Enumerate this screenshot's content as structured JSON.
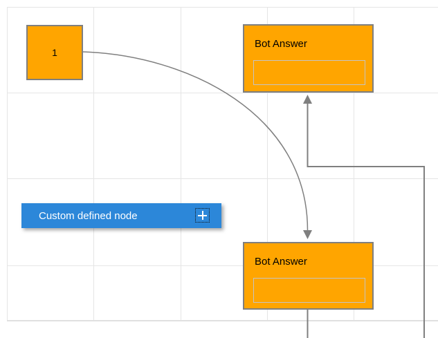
{
  "diagram": {
    "nodes": [
      {
        "id": "start",
        "shape": "square",
        "label": "1"
      },
      {
        "id": "bot-answer-top",
        "shape": "rectangle",
        "title": "Bot Answer"
      },
      {
        "id": "bot-answer-bottom",
        "shape": "rectangle",
        "title": "Bot Answer"
      }
    ],
    "links": [
      {
        "from": "start",
        "to": "bot-answer-bottom",
        "routing": "curved",
        "arrow": "down"
      },
      {
        "from": "offscreen-bottom",
        "to": "bot-answer-top",
        "routing": "orthogonal",
        "arrow": "up"
      },
      {
        "from": "bot-answer-bottom",
        "to": "offscreen-bottom",
        "routing": "straight",
        "arrow": "none"
      }
    ],
    "palette_item": {
      "label": "Custom defined node",
      "icon": "plus-icon"
    },
    "colors": {
      "node_fill": "#FFA500",
      "node_border": "#7F7F7F",
      "node_text": "#000000",
      "port_border": "#C4C4C4",
      "connector": "#7F7F7F",
      "grid_line": "#E5E5E5",
      "canvas_edge": "#E0E0E0",
      "palette_fill": "#2C87D9",
      "palette_text": "#FFFFFF"
    }
  }
}
